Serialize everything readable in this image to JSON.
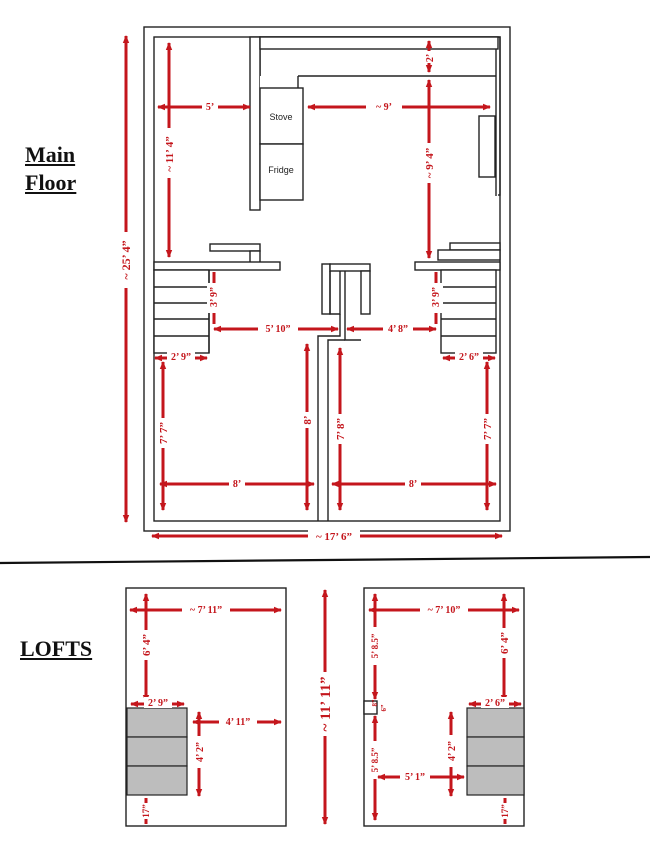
{
  "headings": {
    "main": "Main",
    "floor": "Floor",
    "lofts": "LOFTS"
  },
  "labels": {
    "stove": "Stove",
    "fridge": "Fridge"
  },
  "dimensions": {
    "total_height": "~ 25’ 4”",
    "total_width": "~ 17’ 6”",
    "kitchen_top": "2’",
    "left_room_width": "5’",
    "kitchen_width": "~ 9’",
    "left_room_height": "~ 11’ 4”",
    "kitchen_height": "~ 9’ 4”",
    "left_stairs_height": "3’ 9”",
    "right_stairs_height": "3’ 9”",
    "hall_left": "5’ 10”",
    "hall_right": "4’ 8”",
    "left_stairs_width": "2’ 9”",
    "right_stairs_width": "2’ 6”",
    "bed1_height_outer": "7’ 7”",
    "bed1_height_inner": "8’",
    "bed2_height_inner": "7’ 8”",
    "bed2_height_outer": "7’ 7”",
    "bed1_width": "8’",
    "bed2_width": "8’",
    "loft_height": "~ 11’ 11”",
    "loft1_width": "~ 7’ 11”",
    "loft1_depth": "6’ 4”",
    "loft1_stairs_width": "2’ 9”",
    "loft1_side": "4’ 11”",
    "loft1_stairs_height": "4’ 2”",
    "loft1_bottom": "17”",
    "loft2_width": "~ 7’ 10”",
    "loft2_upper_left": "5’ 8.5”",
    "loft2_depth": "6’ 4”",
    "loft2_post_h": "8”",
    "loft2_post_w": "6”",
    "loft2_stairs_width": "2’ 6”",
    "loft2_lower_left": "5’ 8.5”",
    "loft2_stairs_height": "4’ 2”",
    "loft2_mid": "5’ 1”",
    "loft2_bottom": "17”"
  }
}
